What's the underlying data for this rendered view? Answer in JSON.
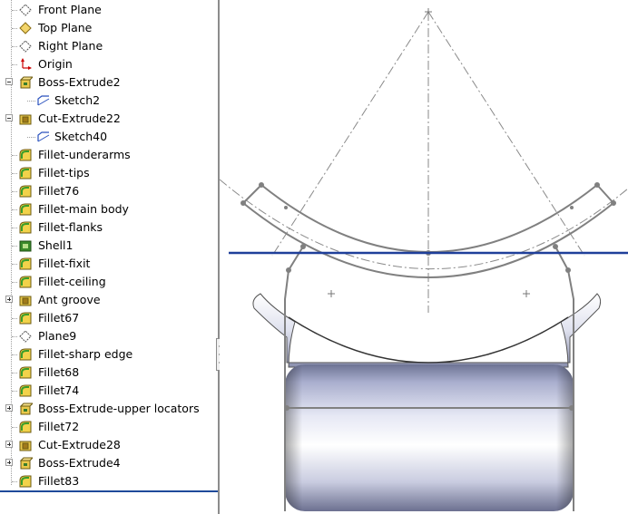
{
  "feature_tree": {
    "items": [
      {
        "label": "Front Plane",
        "icon": "plane-icon",
        "expander": "none"
      },
      {
        "label": "Top Plane",
        "icon": "plane-selected-icon",
        "expander": "none"
      },
      {
        "label": "Right Plane",
        "icon": "plane-icon",
        "expander": "none"
      },
      {
        "label": "Origin",
        "icon": "origin-icon",
        "expander": "none"
      },
      {
        "label": "Boss-Extrude2",
        "icon": "boss-extrude-icon",
        "expander": "expanded"
      },
      {
        "label": "Sketch2",
        "icon": "sketch-icon",
        "expander": "child"
      },
      {
        "label": "Cut-Extrude22",
        "icon": "cut-extrude-icon",
        "expander": "expanded"
      },
      {
        "label": "Sketch40",
        "icon": "sketch-icon",
        "expander": "child"
      },
      {
        "label": "Fillet-underarms",
        "icon": "fillet-icon",
        "expander": "none"
      },
      {
        "label": "Fillet-tips",
        "icon": "fillet-icon",
        "expander": "none"
      },
      {
        "label": "Fillet76",
        "icon": "fillet-icon",
        "expander": "none"
      },
      {
        "label": "Fillet-main body",
        "icon": "fillet-icon",
        "expander": "none"
      },
      {
        "label": "Fillet-flanks",
        "icon": "fillet-icon",
        "expander": "none"
      },
      {
        "label": "Shell1",
        "icon": "shell-icon",
        "expander": "none"
      },
      {
        "label": "Fillet-fixit",
        "icon": "fillet-icon",
        "expander": "none"
      },
      {
        "label": "Fillet-ceiling",
        "icon": "fillet-icon",
        "expander": "none"
      },
      {
        "label": "Ant groove",
        "icon": "cut-extrude-icon",
        "expander": "collapsed"
      },
      {
        "label": "Fillet67",
        "icon": "fillet-icon",
        "expander": "none"
      },
      {
        "label": "Plane9",
        "icon": "plane-icon",
        "expander": "none"
      },
      {
        "label": "Fillet-sharp edge",
        "icon": "fillet-icon",
        "expander": "none"
      },
      {
        "label": "Fillet68",
        "icon": "fillet-icon",
        "expander": "none"
      },
      {
        "label": "Fillet74",
        "icon": "fillet-icon",
        "expander": "none"
      },
      {
        "label": "Boss-Extrude-upper locators",
        "icon": "boss-extrude-icon",
        "expander": "collapsed"
      },
      {
        "label": "Fillet72",
        "icon": "fillet-icon",
        "expander": "none"
      },
      {
        "label": "Cut-Extrude28",
        "icon": "cut-extrude-icon",
        "expander": "collapsed"
      },
      {
        "label": "Boss-Extrude4",
        "icon": "boss-extrude-icon",
        "expander": "collapsed"
      },
      {
        "label": "Fillet83",
        "icon": "fillet-icon",
        "expander": "none"
      }
    ]
  },
  "colors": {
    "rollback_bar": "#1f4a9a",
    "sketch_line": "#808080",
    "construction_line": "#8a8a8a",
    "selected_plane": "#1f3f9a",
    "model_body": "#b9bdd8"
  }
}
